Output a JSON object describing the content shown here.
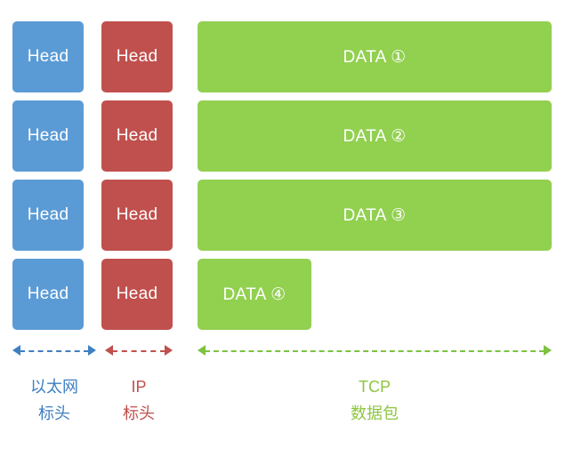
{
  "diagram": {
    "title_absent": "",
    "colors": {
      "ethernet": "#5b9bd5",
      "ip": "#c0504d",
      "tcp": "#92d050",
      "ethernet_text": "#3f7fc1",
      "ip_text": "#c0504d",
      "tcp_text": "#8dc63f"
    },
    "rows": [
      {
        "eth_label": "Head",
        "ip_label": "Head",
        "data_label": "DATA ①"
      },
      {
        "eth_label": "Head",
        "ip_label": "Head",
        "data_label": "DATA ②"
      },
      {
        "eth_label": "Head",
        "ip_label": "Head",
        "data_label": "DATA ③"
      },
      {
        "eth_label": "Head",
        "ip_label": "Head",
        "data_label": "DATA ④"
      }
    ],
    "captions": [
      {
        "line1": "以太网",
        "line2": "标头"
      },
      {
        "line1": "IP",
        "line2": "标头"
      },
      {
        "line1": "TCP",
        "line2": "数据包"
      }
    ]
  }
}
